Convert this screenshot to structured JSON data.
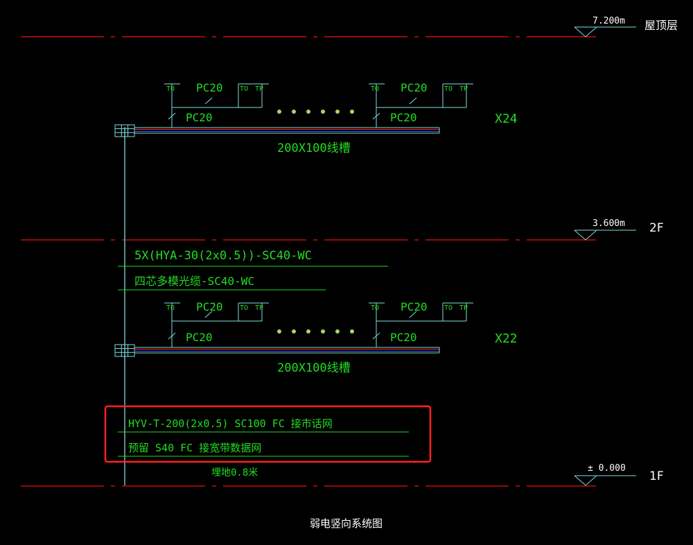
{
  "levels": {
    "roof": {
      "elevation": "7.200m",
      "name": "屋顶层"
    },
    "second": {
      "elevation": "3.600m",
      "name": "2F"
    },
    "first": {
      "elevation": "± 0.000",
      "name": "1F"
    }
  },
  "terminals": {
    "to": "TO",
    "tp": "TP"
  },
  "conduit": "PC20",
  "upper_floor": {
    "tray": "200X100线槽",
    "multiplier": "X24"
  },
  "lower_floor": {
    "tray": "200X100线槽",
    "multiplier": "X22"
  },
  "riser": {
    "cable1": "5X(HYA-30(2x0.5))-SC40-WC",
    "cable2": "四芯多模光缆-SC40-WC"
  },
  "incoming": {
    "line1": "HYV-T-200(2x0.5) SC100 FC  接市话网",
    "line2": "预留 S40 FC  接宽带数据网",
    "burial": "埋地0.8米"
  },
  "caption": "弱电竖向系统图",
  "colors": {
    "background": "#000000",
    "floor_line": "#ee1111",
    "riser": "#7fe0e0",
    "text": "#22dd22",
    "tray_red": "#ff3030",
    "tray_blue": "#4060ff",
    "highlight": "#ff2222",
    "dots": "#a8d860"
  }
}
